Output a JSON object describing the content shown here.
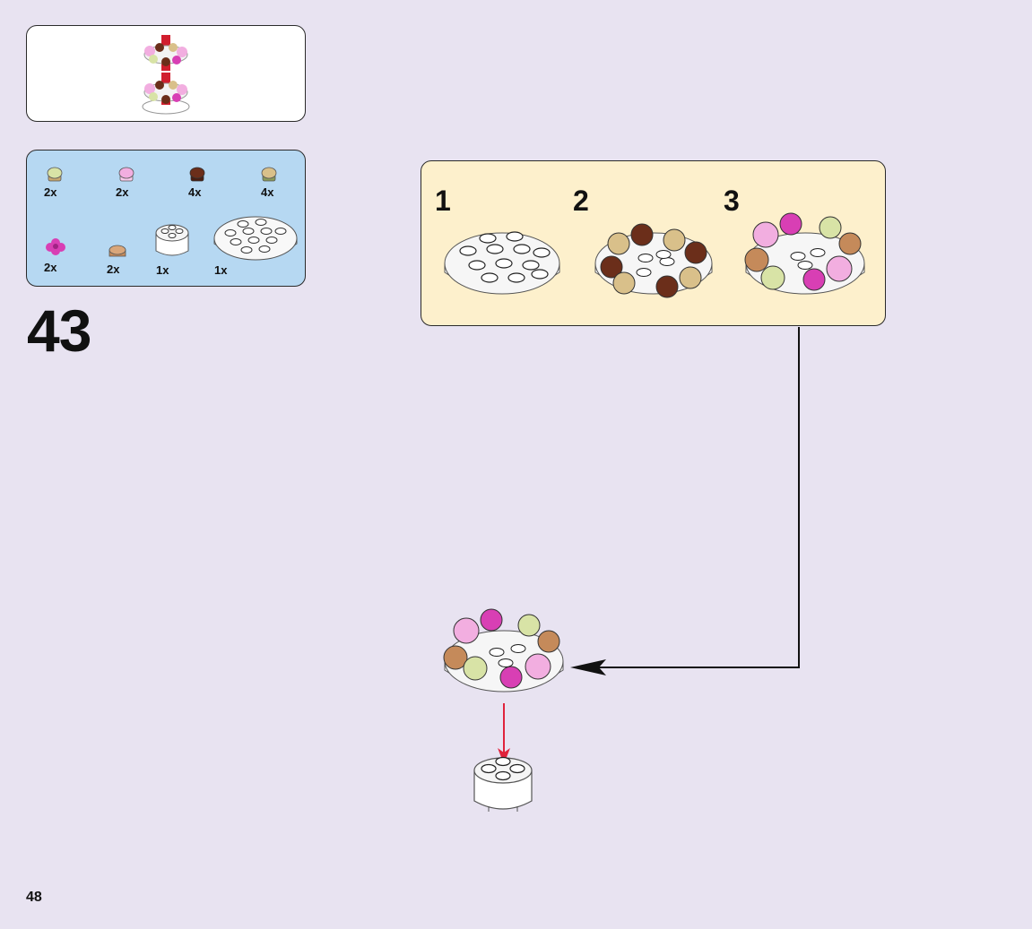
{
  "page_number": "48",
  "step": {
    "number": "43"
  },
  "parts_list": {
    "items": [
      {
        "name": "sand-green-cupcake",
        "qty": "2x",
        "color": "#d8e3a6"
      },
      {
        "name": "light-pink-cupcake",
        "qty": "2x",
        "color": "#f2aee0"
      },
      {
        "name": "brown-cupcake",
        "qty": "4x",
        "color": "#6b2e1a"
      },
      {
        "name": "tan-cupcake",
        "qty": "4x",
        "color": "#d9c08a"
      },
      {
        "name": "magenta-flower",
        "qty": "2x",
        "color": "#d83fb4"
      },
      {
        "name": "nougat-round-plate",
        "qty": "2x",
        "color": "#c58a5a"
      },
      {
        "name": "white-round-brick-2x2",
        "qty": "1x",
        "color": "#ffffff"
      },
      {
        "name": "white-round-plate-4x4",
        "qty": "1x",
        "color": "#ffffff"
      }
    ]
  },
  "substeps": [
    {
      "label": "1"
    },
    {
      "label": "2"
    },
    {
      "label": "3"
    }
  ],
  "colors": {
    "background": "#e8e3f1",
    "parts_panel": "#b6d8f2",
    "substep_panel": "#fdf0cc",
    "insert_arrow": "#e0233c"
  }
}
